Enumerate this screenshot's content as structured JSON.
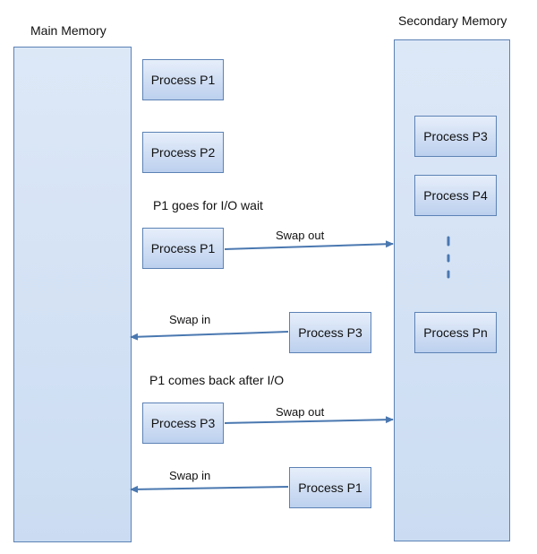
{
  "main_memory_label": "Main Memory",
  "secondary_memory_label": "Secondary Memory",
  "main_column": {
    "p1_top": "Process P1",
    "p2": "Process P2",
    "note_io_wait": "P1 goes for I/O wait",
    "p1_swap": "Process P1",
    "note_back": "P1 comes back after I/O",
    "p3_swap": "Process P3"
  },
  "middle_column": {
    "p3_in": "Process P3",
    "p1_in": "Process P1"
  },
  "secondary": {
    "p3": "Process P3",
    "p4": "Process P4",
    "pn": "Process Pn"
  },
  "arrows": {
    "swap_out_1": "Swap out",
    "swap_in_1": "Swap in",
    "swap_out_2": "Swap out",
    "swap_in_2": "Swap in"
  },
  "colors": {
    "border": "#5c82b5",
    "arrow": "#4a78b0",
    "fill_light": "#e6eefa",
    "fill_dark": "#bcd0ee"
  }
}
